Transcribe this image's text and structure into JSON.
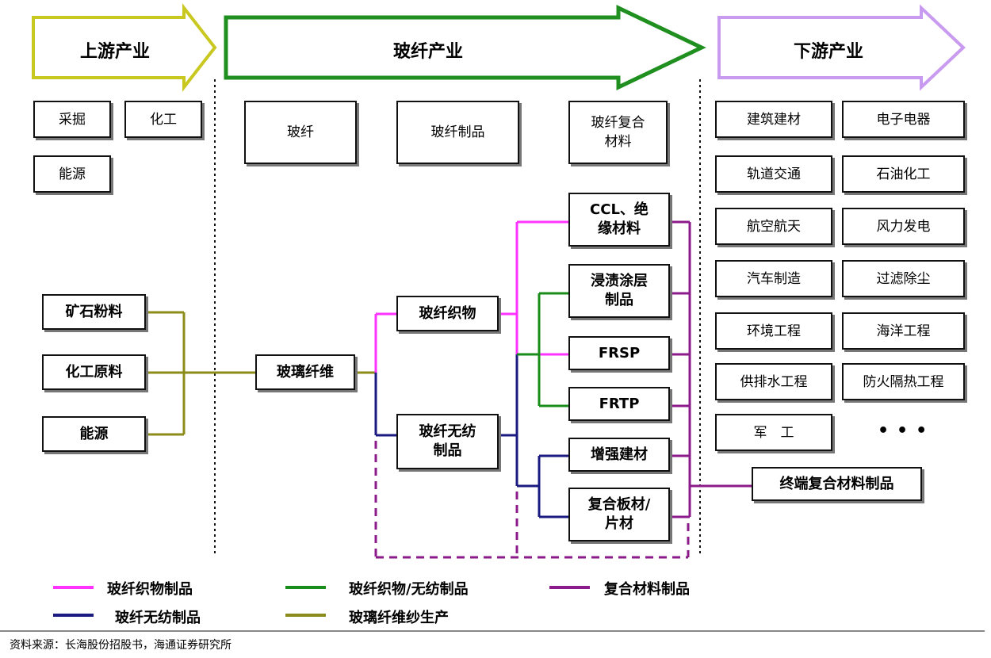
{
  "arrows": {
    "upstream": "上游产业",
    "glassfiber": "玻纤产业",
    "downstream": "下游产业"
  },
  "upstream_categories": {
    "mining": "采掘",
    "chemical": "化工",
    "energy": "能源"
  },
  "glassfiber_categories": {
    "fiber": "玻纤",
    "products": "玻纤制品",
    "composites_line1": "玻纤复合",
    "composites_line2": "材料"
  },
  "downstream_industries": [
    "建筑建材",
    "电子电器",
    "轨道交通",
    "石油化工",
    "航空航天",
    "风力发电",
    "汽车制造",
    "过滤除尘",
    "环境工程",
    "海洋工程",
    "供排水工程",
    "防火隔热工程",
    "军　工"
  ],
  "ellipsis": "•••",
  "raw_inputs": [
    "矿石粉料",
    "化工原料",
    "能源"
  ],
  "flow_nodes": {
    "glass_fiber": "玻璃纤维",
    "fabric": "玻纤织物",
    "nonwoven_line1": "玻纤无纺",
    "nonwoven_line2": "制品",
    "ccl_line1": "CCL、绝",
    "ccl_line2": "缘材料",
    "impregnated_line1": "浸渍涂层",
    "impregnated_line2": "制品",
    "frsp": "FRSP",
    "frtp": "FRTP",
    "reinforced": "增强建材",
    "composite_board_line1": "复合板材/",
    "composite_board_line2": "片材",
    "terminal": "终端复合材料制品"
  },
  "legend": [
    {
      "label": "玻纤织物制品",
      "color": "#ff33ff"
    },
    {
      "label": "玻纤织物/无纺制品",
      "color": "#1a8c1a"
    },
    {
      "label": "复合材料制品",
      "color": "#8b1a8b"
    },
    {
      "label": "玻纤无纺制品",
      "color": "#1a1a80"
    },
    {
      "label": "玻璃纤维纱生产",
      "color": "#8c8c1a"
    }
  ],
  "source_note": "资料来源：长海股份招股书，海通证券研究所"
}
